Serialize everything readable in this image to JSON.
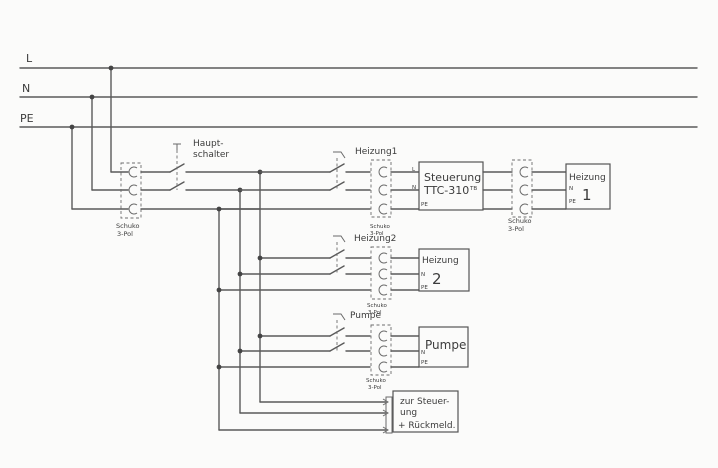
{
  "rails": {
    "l": "L",
    "n": "N",
    "pe": "PE"
  },
  "socket_main": {
    "line1": "Schuko",
    "line2": "3-Pol"
  },
  "main_switch": {
    "line1": "Haupt-",
    "line2": "schalter"
  },
  "heizung1_switch": {
    "label": "Heizung1"
  },
  "heizung2_switch": {
    "label": "Heizung2"
  },
  "pumpe_switch": {
    "label": "Pumpe"
  },
  "socket_h1": {
    "line1": "Schuko",
    "line2": "3-Pol"
  },
  "socket_h2": {
    "line1": "Schuko",
    "line2": "3-Pol"
  },
  "socket_pumpe": {
    "line1": "Schuko",
    "line2": "3-Pol"
  },
  "socket_h1_out": {
    "line1": "Schuko",
    "line2": "3-Pol"
  },
  "controller": {
    "line1": "Steuerung",
    "line2": "TTC-310",
    "suffix": "TB"
  },
  "heizung1_box": {
    "line1": "Heizung",
    "line2": "1"
  },
  "heizung2_box": {
    "line1": "Heizung",
    "line2": "2"
  },
  "pumpe_box": {
    "label": "Pumpe"
  },
  "feedback_box": {
    "line1": "zur Steuer-",
    "line2": "ung",
    "line3": "+ Rückmeld."
  },
  "terminals": {
    "l": "L",
    "n": "N",
    "pe": "PE"
  }
}
